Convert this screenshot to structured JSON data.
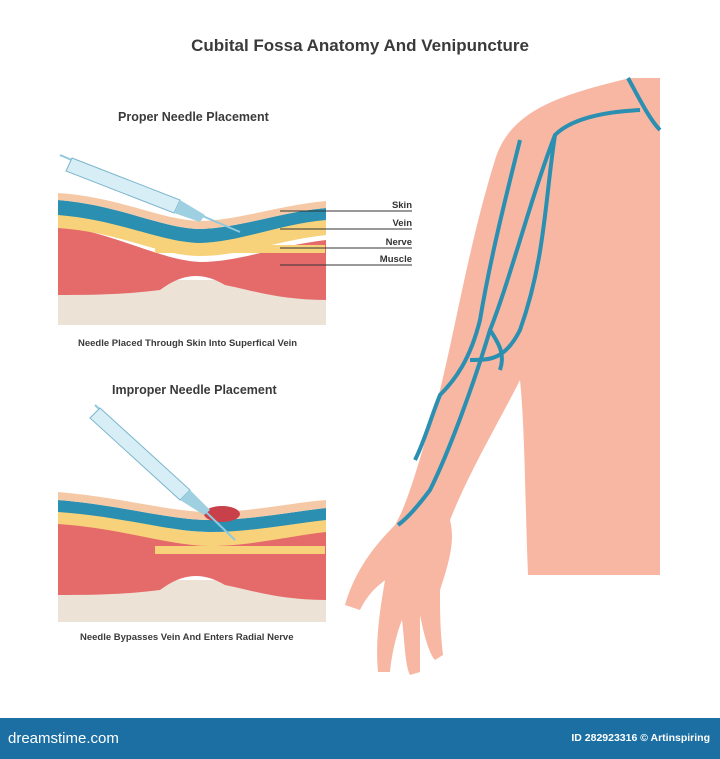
{
  "title": "Cubital Fossa Anatomy And Venipuncture",
  "proper": {
    "heading": "Proper Needle Placement",
    "caption": "Needle Placed Through Skin Into Superfical Vein"
  },
  "improper": {
    "heading": "Improper Needle Placement",
    "caption": "Needle Bypasses Vein And Enters Radial Nerve"
  },
  "labels": {
    "skin": "Skin",
    "vein": "Vein",
    "nerve": "Nerve",
    "muscle": "Muscle"
  },
  "colors": {
    "skin": "#f6c9a6",
    "vein": "#2a8fb0",
    "nerve": "#f7d27a",
    "muscle": "#e56a6a",
    "bone": "#ece3d6",
    "footer": "#1b6fa3"
  },
  "footer": {
    "logo": "dreamstime.com",
    "credit": "ID 282923316 © Artinspiring"
  }
}
